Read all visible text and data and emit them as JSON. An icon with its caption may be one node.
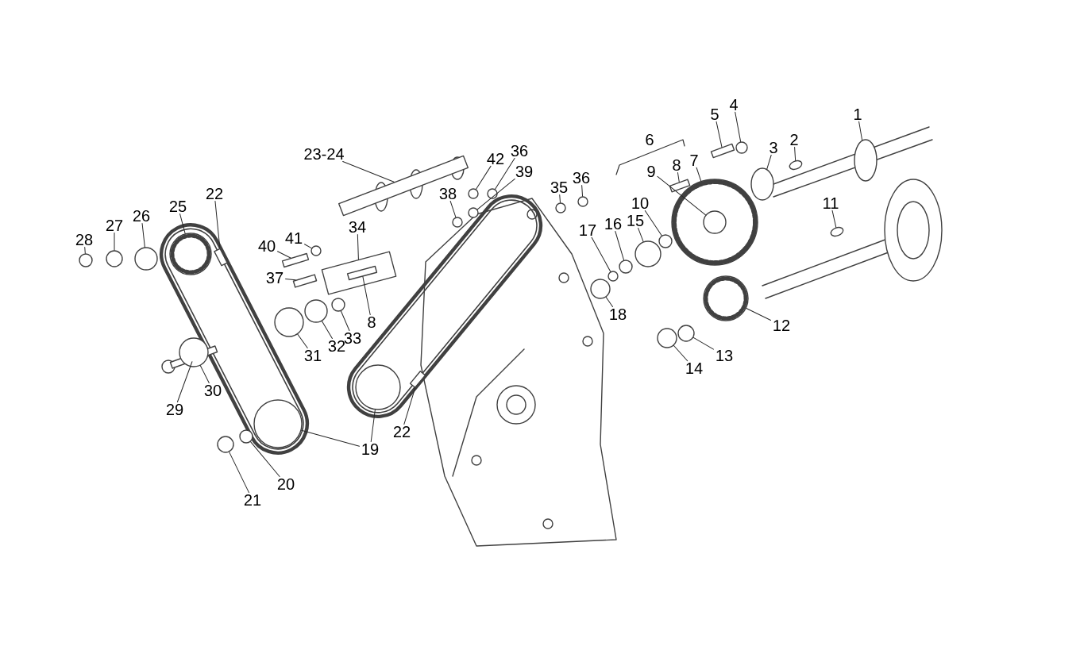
{
  "diagram": {
    "nodes": [
      {
        "text": [
          "1"
        ]
      },
      {
        "text": [
          "2"
        ]
      },
      {
        "text": [
          "3"
        ]
      },
      {
        "text": [
          "4"
        ]
      },
      {
        "text": [
          "5"
        ]
      },
      {
        "text": [
          "7"
        ]
      },
      {
        "text": [
          "8"
        ]
      },
      {
        "text": [
          "9"
        ]
      },
      {
        "text": [
          "10"
        ]
      },
      {
        "text": [
          "11"
        ]
      },
      {
        "text": [
          "12"
        ]
      },
      {
        "text": [
          "13"
        ]
      },
      {
        "text": [
          "14"
        ]
      },
      {
        "text": [
          "15"
        ]
      },
      {
        "text": [
          "16"
        ]
      },
      {
        "text": [
          "17"
        ]
      },
      {
        "text": [
          "18"
        ]
      },
      {
        "text": [
          "19"
        ]
      },
      {
        "text": [
          "20"
        ]
      },
      {
        "text": [
          "21"
        ]
      },
      {
        "text": [
          "22"
        ]
      },
      {
        "text": [
          "22"
        ]
      },
      {
        "text": [
          "23-24"
        ]
      },
      {
        "text": [
          "25"
        ]
      },
      {
        "text": [
          "26"
        ]
      },
      {
        "text": [
          "27"
        ]
      },
      {
        "text": [
          "28"
        ]
      },
      {
        "text": [
          "29"
        ]
      },
      {
        "text": [
          "30"
        ]
      },
      {
        "text": [
          "31"
        ]
      },
      {
        "text": [
          "32"
        ]
      },
      {
        "text": [
          "33"
        ]
      },
      {
        "text": [
          "8"
        ]
      },
      {
        "text": [
          "34"
        ]
      },
      {
        "text": [
          "35"
        ]
      },
      {
        "text": [
          "36"
        ]
      },
      {
        "text": [
          "36"
        ]
      },
      {
        "text": [
          "37"
        ]
      },
      {
        "text": [
          "38"
        ]
      },
      {
        "text": [
          "39"
        ]
      },
      {
        "text": [
          "40"
        ]
      },
      {
        "text": [
          "41"
        ]
      },
      {
        "text": [
          "42"
        ]
      },
      {
        "text": [],
        "shape": "ellipse"
      },
      {
        "text": [],
        "shape": "ellipse"
      },
      {
        "text": [],
        "shape": "ellipse"
      },
      {
        "text": [],
        "shape": "circle"
      },
      {
        "text": [],
        "shape": "bar"
      },
      {
        "text": [],
        "shape": "circle"
      },
      {
        "text": [],
        "shape": "bar"
      },
      {
        "text": [],
        "shape": "circle",
        "in": 48
      },
      {
        "text": [],
        "shape": "circle"
      },
      {
        "text": [],
        "shape": "ellipse"
      },
      {
        "text": [],
        "shape": "circle"
      },
      {
        "text": [],
        "shape": "circle"
      },
      {
        "text": [],
        "shape": "circle"
      },
      {
        "text": [],
        "shape": "circle"
      },
      {
        "text": [],
        "shape": "circle"
      },
      {
        "text": [],
        "shape": "circle"
      },
      {
        "text": [],
        "shape": "circle"
      },
      {
        "text": [],
        "shape": "bar"
      },
      {
        "text": [],
        "shape": "circle"
      },
      {
        "text": [],
        "shape": "bar"
      },
      {
        "text": [],
        "shape": "circle"
      },
      {
        "text": [],
        "shape": "circle"
      },
      {
        "text": [],
        "shape": "circle"
      },
      {
        "text": [],
        "shape": "bar"
      },
      {
        "text": [],
        "shape": "circle"
      },
      {
        "text": [],
        "shape": "circle"
      },
      {
        "text": [],
        "shape": "circle"
      },
      {
        "text": [],
        "shape": "circle"
      },
      {
        "text": [],
        "shape": "bar"
      },
      {
        "text": [],
        "shape": "circle"
      },
      {
        "text": [],
        "shape": "circle"
      },
      {
        "text": [],
        "shape": "circle"
      },
      {
        "text": [],
        "shape": "circle"
      },
      {
        "text": [],
        "shape": "box"
      },
      {
        "text": [],
        "shape": "bar",
        "in": 76
      },
      {
        "text": [],
        "shape": "circle"
      },
      {
        "text": [],
        "shape": "circle"
      },
      {
        "text": [],
        "shape": "circle"
      },
      {
        "text": [],
        "shape": "bar"
      },
      {
        "text": [],
        "shape": "circle"
      },
      {
        "text": [],
        "shape": "circle"
      },
      {
        "text": [],
        "shape": "bar"
      },
      {
        "text": [],
        "shape": "circle"
      },
      {
        "text": [],
        "shape": "circle"
      }
    ],
    "edges": [
      {
        "from": 0,
        "to": 43,
        "arrow": "none"
      },
      {
        "from": 1,
        "to": 44,
        "arrow": "none"
      },
      {
        "from": 2,
        "to": 45,
        "arrow": "none"
      },
      {
        "from": 3,
        "to": 46,
        "arrow": "none"
      },
      {
        "from": 4,
        "to": 47,
        "arrow": "none"
      },
      {
        "from": 5,
        "to": 48,
        "arrow": "none"
      },
      {
        "from": 6,
        "to": 49,
        "arrow": "none"
      },
      {
        "from": 7,
        "to": 50,
        "arrow": "none"
      },
      {
        "from": 8,
        "to": 51,
        "arrow": "none"
      },
      {
        "from": 9,
        "to": 52,
        "arrow": "none"
      },
      {
        "from": 10,
        "to": 53,
        "arrow": "none"
      },
      {
        "from": 11,
        "to": 54,
        "arrow": "none"
      },
      {
        "from": 12,
        "to": 55,
        "arrow": "none"
      },
      {
        "from": 13,
        "to": 56,
        "arrow": "none"
      },
      {
        "from": 14,
        "to": 57,
        "arrow": "none"
      },
      {
        "from": 15,
        "to": 58,
        "arrow": "none"
      },
      {
        "from": 16,
        "to": 59,
        "arrow": "none"
      },
      {
        "from": 17,
        "to": 61,
        "arrow": "none"
      },
      {
        "from": 18,
        "to": 64,
        "arrow": "none"
      },
      {
        "from": 19,
        "to": 65,
        "arrow": "none"
      },
      {
        "from": 20,
        "to": 60,
        "arrow": "none"
      },
      {
        "from": 21,
        "to": 62,
        "arrow": "none"
      },
      {
        "from": 22,
        "to": 66,
        "arrow": "none"
      },
      {
        "from": 23,
        "to": 67,
        "arrow": "none"
      },
      {
        "from": 24,
        "to": 68,
        "arrow": "none"
      },
      {
        "from": 25,
        "to": 69,
        "arrow": "none"
      },
      {
        "from": 26,
        "to": 70,
        "arrow": "none"
      },
      {
        "from": 27,
        "to": 71,
        "arrow": "none"
      },
      {
        "from": 28,
        "to": 72,
        "arrow": "none"
      },
      {
        "from": 29,
        "to": 73,
        "arrow": "none"
      },
      {
        "from": 30,
        "to": 74,
        "arrow": "none"
      },
      {
        "from": 31,
        "to": 75,
        "arrow": "none"
      },
      {
        "from": 32,
        "to": 77,
        "arrow": "none"
      },
      {
        "from": 33,
        "to": 76,
        "arrow": "none"
      },
      {
        "from": 34,
        "to": 78,
        "arrow": "none"
      },
      {
        "from": 35,
        "to": 79,
        "arrow": "none"
      },
      {
        "from": 36,
        "to": 80,
        "arrow": "none"
      },
      {
        "from": 37,
        "to": 81,
        "arrow": "none"
      },
      {
        "from": 38,
        "to": 82,
        "arrow": "none"
      },
      {
        "from": 39,
        "to": 83,
        "arrow": "none"
      },
      {
        "from": 40,
        "to": 84,
        "arrow": "none"
      },
      {
        "from": 41,
        "to": 85,
        "arrow": "none"
      },
      {
        "from": 42,
        "to": 86,
        "arrow": "none"
      },
      {
        "from": 17,
        "to": 63,
        "arrow": "none"
      }
    ],
    "labels": [
      "6"
    ]
  }
}
